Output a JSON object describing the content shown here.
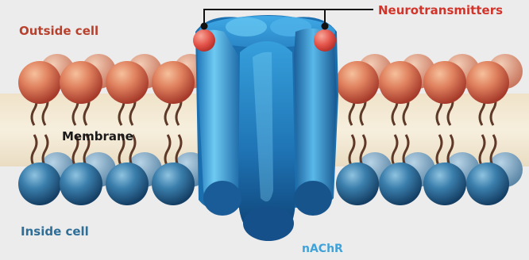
{
  "labels": {
    "outside": "Outside cell",
    "inside": "Inside cell",
    "membrane": "Membrane",
    "neurotransmitters": "Neurotransmitters",
    "receptor": "nAChR"
  },
  "colors": {
    "background": "#ececec",
    "head_top": "#e79a78",
    "head_bottom": "#b4412c",
    "head_inner_top": "#4c8fbb",
    "head_inner_bottom": "#17456c",
    "tail": "#5e3928",
    "membrane_band": "#f2e6cf",
    "receptor_light": "#5ec2ef",
    "receptor_dark": "#0e4d86",
    "neurotransmitter": "#e5574c",
    "outside_label": "#b8412e",
    "inside_label": "#2f6f97",
    "nt_label": "#d2342a",
    "receptor_label": "#3fa2d8"
  }
}
